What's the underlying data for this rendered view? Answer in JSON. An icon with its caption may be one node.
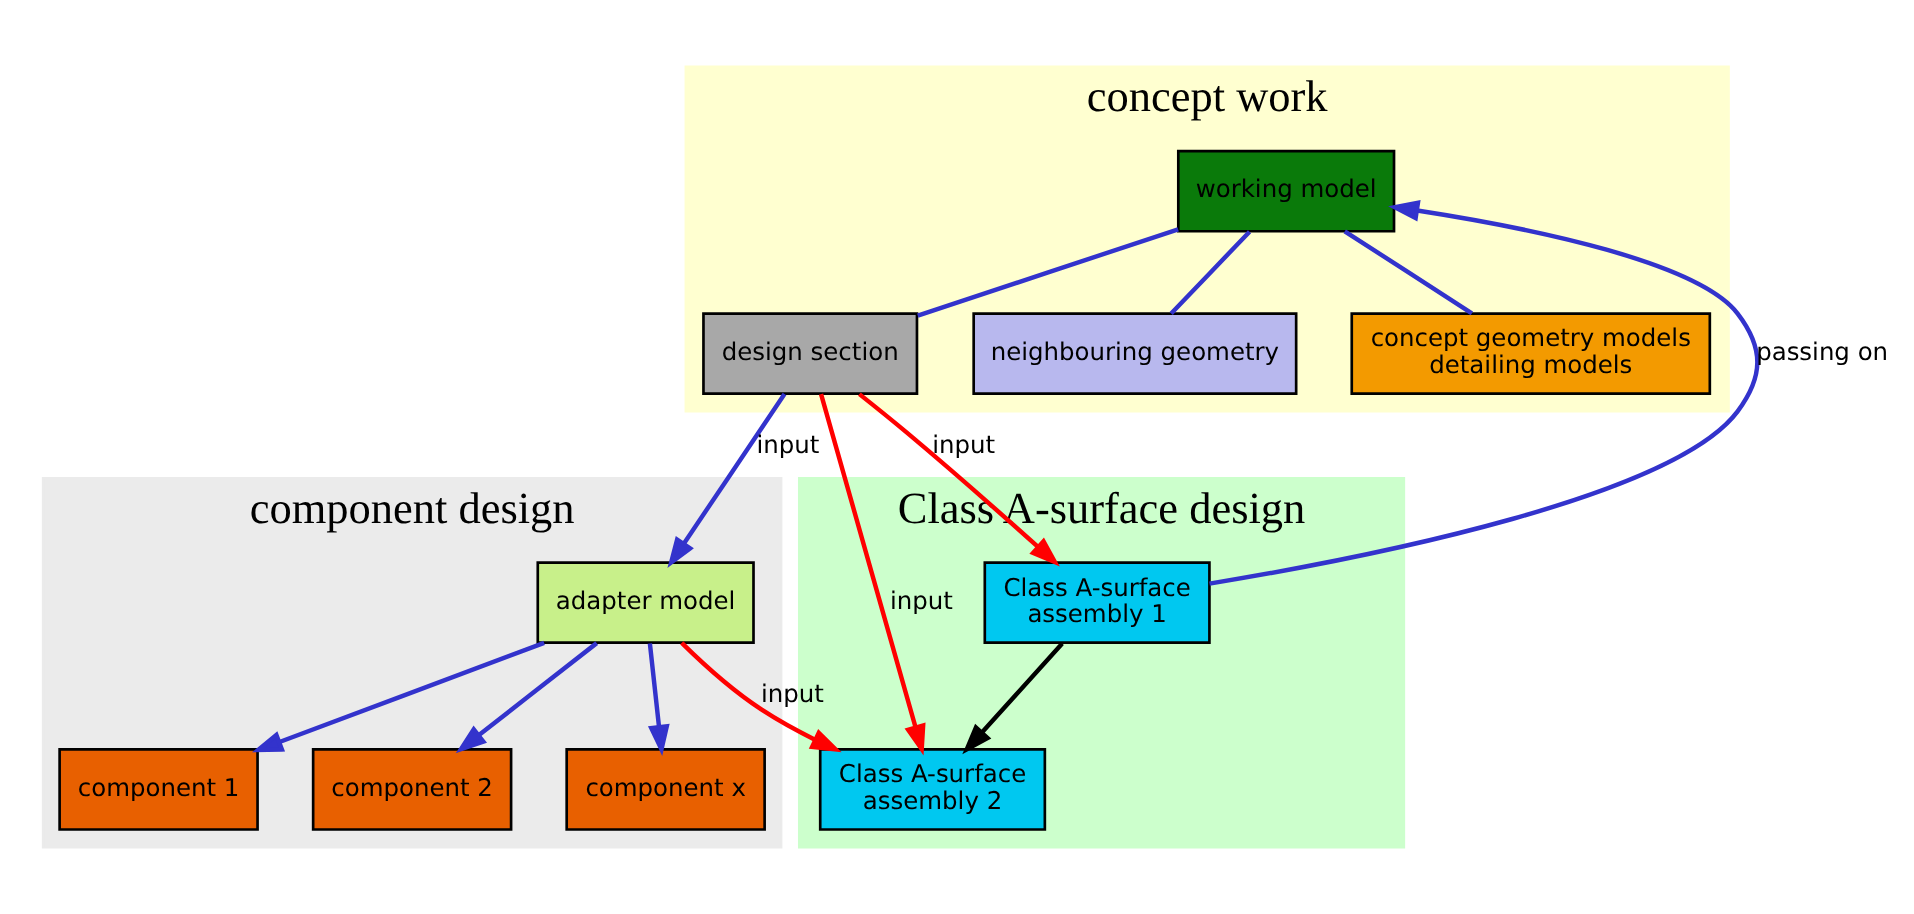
{
  "diagram": {
    "nodes": [
      {
        "text": [
          "concept work"
        ]
      },
      {
        "text": [
          "Class A-surface design"
        ]
      },
      {
        "text": [
          "component design"
        ]
      },
      {
        "text": [
          "working model"
        ],
        "in": 0
      },
      {
        "text": [
          "design section"
        ],
        "in": 0
      },
      {
        "text": [
          "neighbouring geometry"
        ],
        "in": 0
      },
      {
        "text": [
          "concept geometry models",
          "detailing models"
        ],
        "in": 0
      },
      {
        "text": [
          "Class A-surface",
          "assembly 1"
        ],
        "in": 1
      },
      {
        "text": [
          "Class A-surface",
          "assembly 2"
        ],
        "in": 1
      },
      {
        "text": [
          "adapter model"
        ],
        "in": 2
      },
      {
        "text": [
          "component 1"
        ],
        "in": 2
      },
      {
        "text": [
          "component 2"
        ],
        "in": 2
      },
      {
        "text": [
          "component x"
        ],
        "in": 2
      }
    ],
    "edges": [
      {
        "from": 7,
        "to": 3,
        "arrow": "to",
        "label": "passing on"
      },
      {
        "from": 3,
        "to": 4,
        "arrow": "none"
      },
      {
        "from": 3,
        "to": 5,
        "arrow": "none"
      },
      {
        "from": 3,
        "to": 6,
        "arrow": "none"
      },
      {
        "from": 4,
        "to": 7,
        "arrow": "to",
        "label": "input",
        "color": "#ff0000"
      },
      {
        "from": 4,
        "to": 8,
        "arrow": "to",
        "label": "input",
        "color": "#ff0000"
      },
      {
        "from": 4,
        "to": 9,
        "arrow": "to",
        "label": "input"
      },
      {
        "from": 9,
        "to": 8,
        "arrow": "to",
        "label": "input",
        "color": "#ff0000"
      },
      {
        "from": 7,
        "to": 8,
        "arrow": "to",
        "color": "#000000"
      },
      {
        "from": 9,
        "to": 10,
        "arrow": "to"
      },
      {
        "from": 9,
        "to": 11,
        "arrow": "to"
      },
      {
        "from": 9,
        "to": 12,
        "arrow": "to"
      }
    ]
  }
}
